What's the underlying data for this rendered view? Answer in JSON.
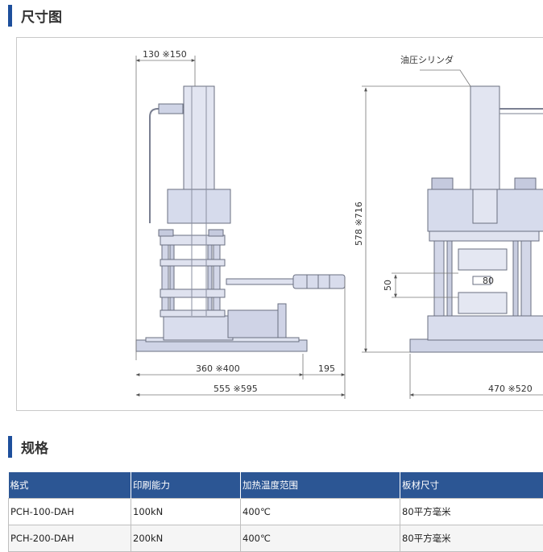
{
  "sections": {
    "dimensions_title": "尺寸图",
    "specs_title": "规格"
  },
  "drawing": {
    "labels": {
      "top_width": "130 ※150",
      "cylinder": "油圧シリンダ",
      "height": "578 ※716",
      "die_height": "50",
      "die_width": "80",
      "base_depth": "360 ※400",
      "handle_reach": "195",
      "total_depth": "555 ※595",
      "total_width": "470 ※520"
    }
  },
  "table": {
    "headers": [
      "格式",
      "印刷能力",
      "加热温度范围",
      "板材尺寸"
    ],
    "rows": [
      {
        "model": "PCH-100-DAH",
        "capacity": "100kN",
        "temp": "400℃",
        "size": "80平方毫米"
      },
      {
        "model": "PCH-200-DAH",
        "capacity": "200kN",
        "temp": "400℃",
        "size": "80平方毫米"
      }
    ]
  }
}
